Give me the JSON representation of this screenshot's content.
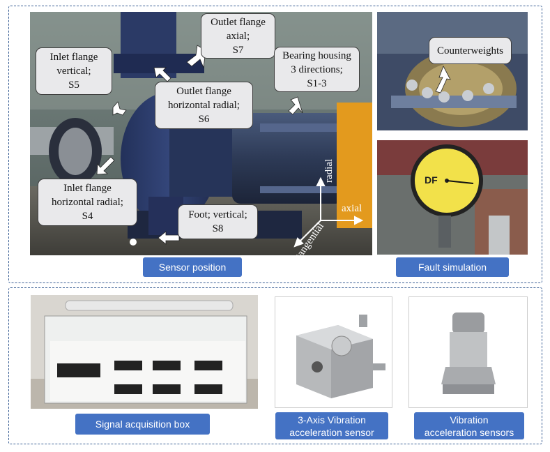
{
  "top_section": {
    "sensor_photo": {
      "callouts": {
        "outlet_axial": "Outlet flange\naxial;\nS7",
        "bearing": "Bearing housing\n3 directions;\nS1-3",
        "inlet_vertical": "Inlet flange\nvertical;\nS5",
        "outlet_radial": "Outlet flange\nhorizontal radial;\nS6",
        "inlet_radial": "Inlet flange\nhorizontal radial;\nS4",
        "foot": "Foot; vertical;\nS8"
      },
      "axes": {
        "radial": "radial",
        "axial": "axial",
        "tangential": "tangential"
      },
      "caption": "Sensor position"
    },
    "counterweight_photo": {
      "callout": "Counterweights"
    },
    "fault_caption": "Fault simulation",
    "colors": {
      "caption_bg": "#4472c4",
      "border": "#3a5f95"
    }
  },
  "bottom_section": {
    "signal_caption": "Signal acquisition box",
    "triaxial_caption": "3-Axis Vibration\nacceleration sensor",
    "uniaxial_caption": "Vibration\nacceleration sensors"
  }
}
